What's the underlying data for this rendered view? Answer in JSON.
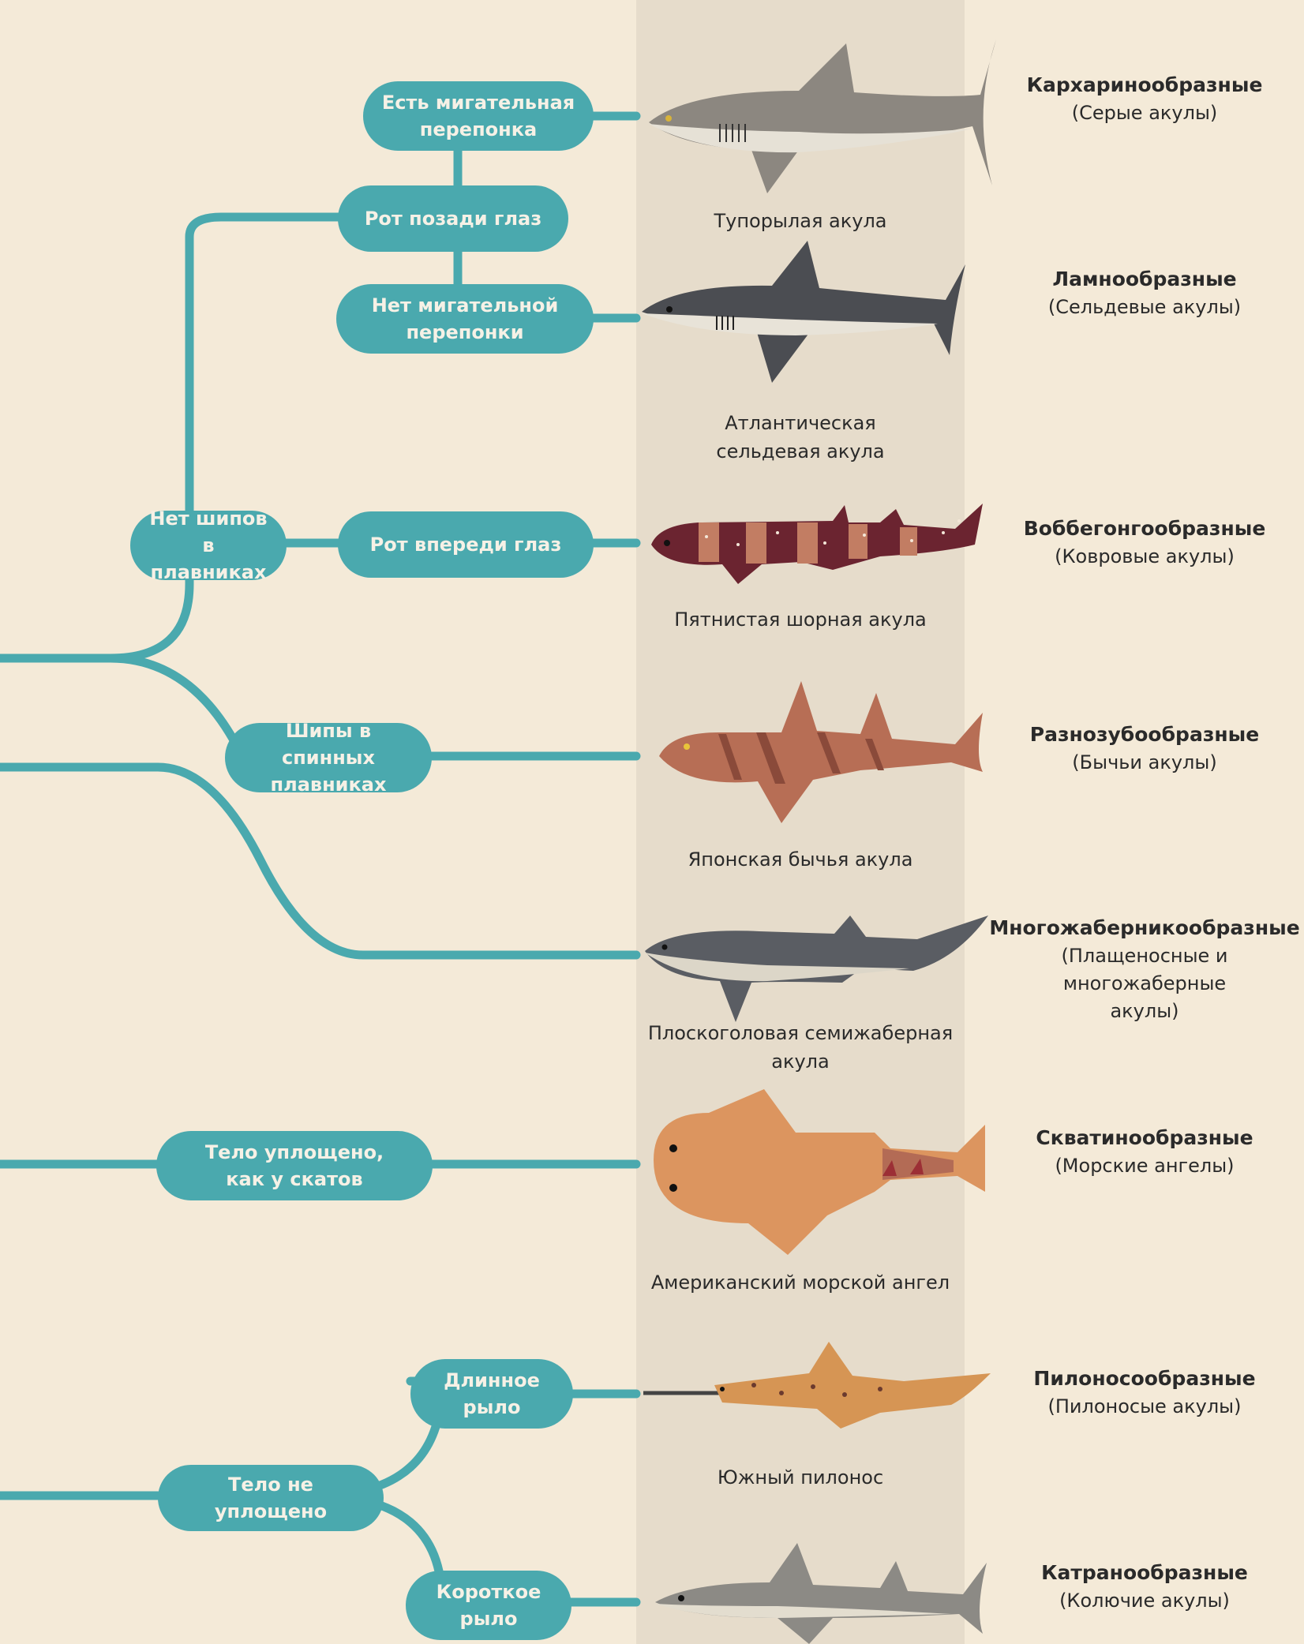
{
  "colors": {
    "background": "#f4ead8",
    "band": "#e6dccb",
    "branch": "#4aa9ae",
    "node_text": "#f6f1e6",
    "text": "#2a2a2a"
  },
  "nodes": {
    "nictitating_yes": "Есть мигательная\nперепонка",
    "mouth_behind_eyes": "Рот позади глаз",
    "nictitating_no": "Нет мигательной\nперепонки",
    "no_fin_spines": "Нет шипов\nв плавниках",
    "mouth_before_eyes": "Рот впереди глаз",
    "dorsal_spines": "Шипы в спинных\nплавниках",
    "body_flat": "Тело уплощено,\nкак у скатов",
    "body_not_flat": "Тело не уплощено",
    "long_snout": "Длинное\nрыло",
    "short_snout": "Короткое\nрыло"
  },
  "captions": {
    "blunt": "Тупорылая акула",
    "porbeagle": "Атлантическая\nсельдевая акула",
    "wobbegong": "Пятнистая шорная акула",
    "japanese_bull": "Японская бычья акула",
    "sevengill": "Плоскоголовая семижаберная\nакула",
    "angel": "Американский морской ангел",
    "sawshark": "Южный пилонос"
  },
  "orders": [
    {
      "name": "Кархаринообразные",
      "common": "(Серые акулы)",
      "icon": "requiem-shark"
    },
    {
      "name": "Ламнообразные",
      "common": "(Сельдевые акулы)",
      "icon": "mackerel-shark"
    },
    {
      "name": "Воббегонгообразные",
      "common": "(Ковровые акулы)",
      "icon": "carpet-shark"
    },
    {
      "name": "Разнозубообразные",
      "common": "(Бычьи акулы)",
      "icon": "bullhead-shark"
    },
    {
      "name": "Многожаберникообразные",
      "common": "(Плащеносные и многожаберные\nакулы)",
      "icon": "cow-shark"
    },
    {
      "name": "Скватинообразные",
      "common": "(Морские ангелы)",
      "icon": "angel-shark"
    },
    {
      "name": "Пилоносообразные",
      "common": "(Пилоносые акулы)",
      "icon": "sawshark"
    },
    {
      "name": "Катранообразные",
      "common": "(Колючие акулы)",
      "icon": "dogfish-shark"
    }
  ]
}
